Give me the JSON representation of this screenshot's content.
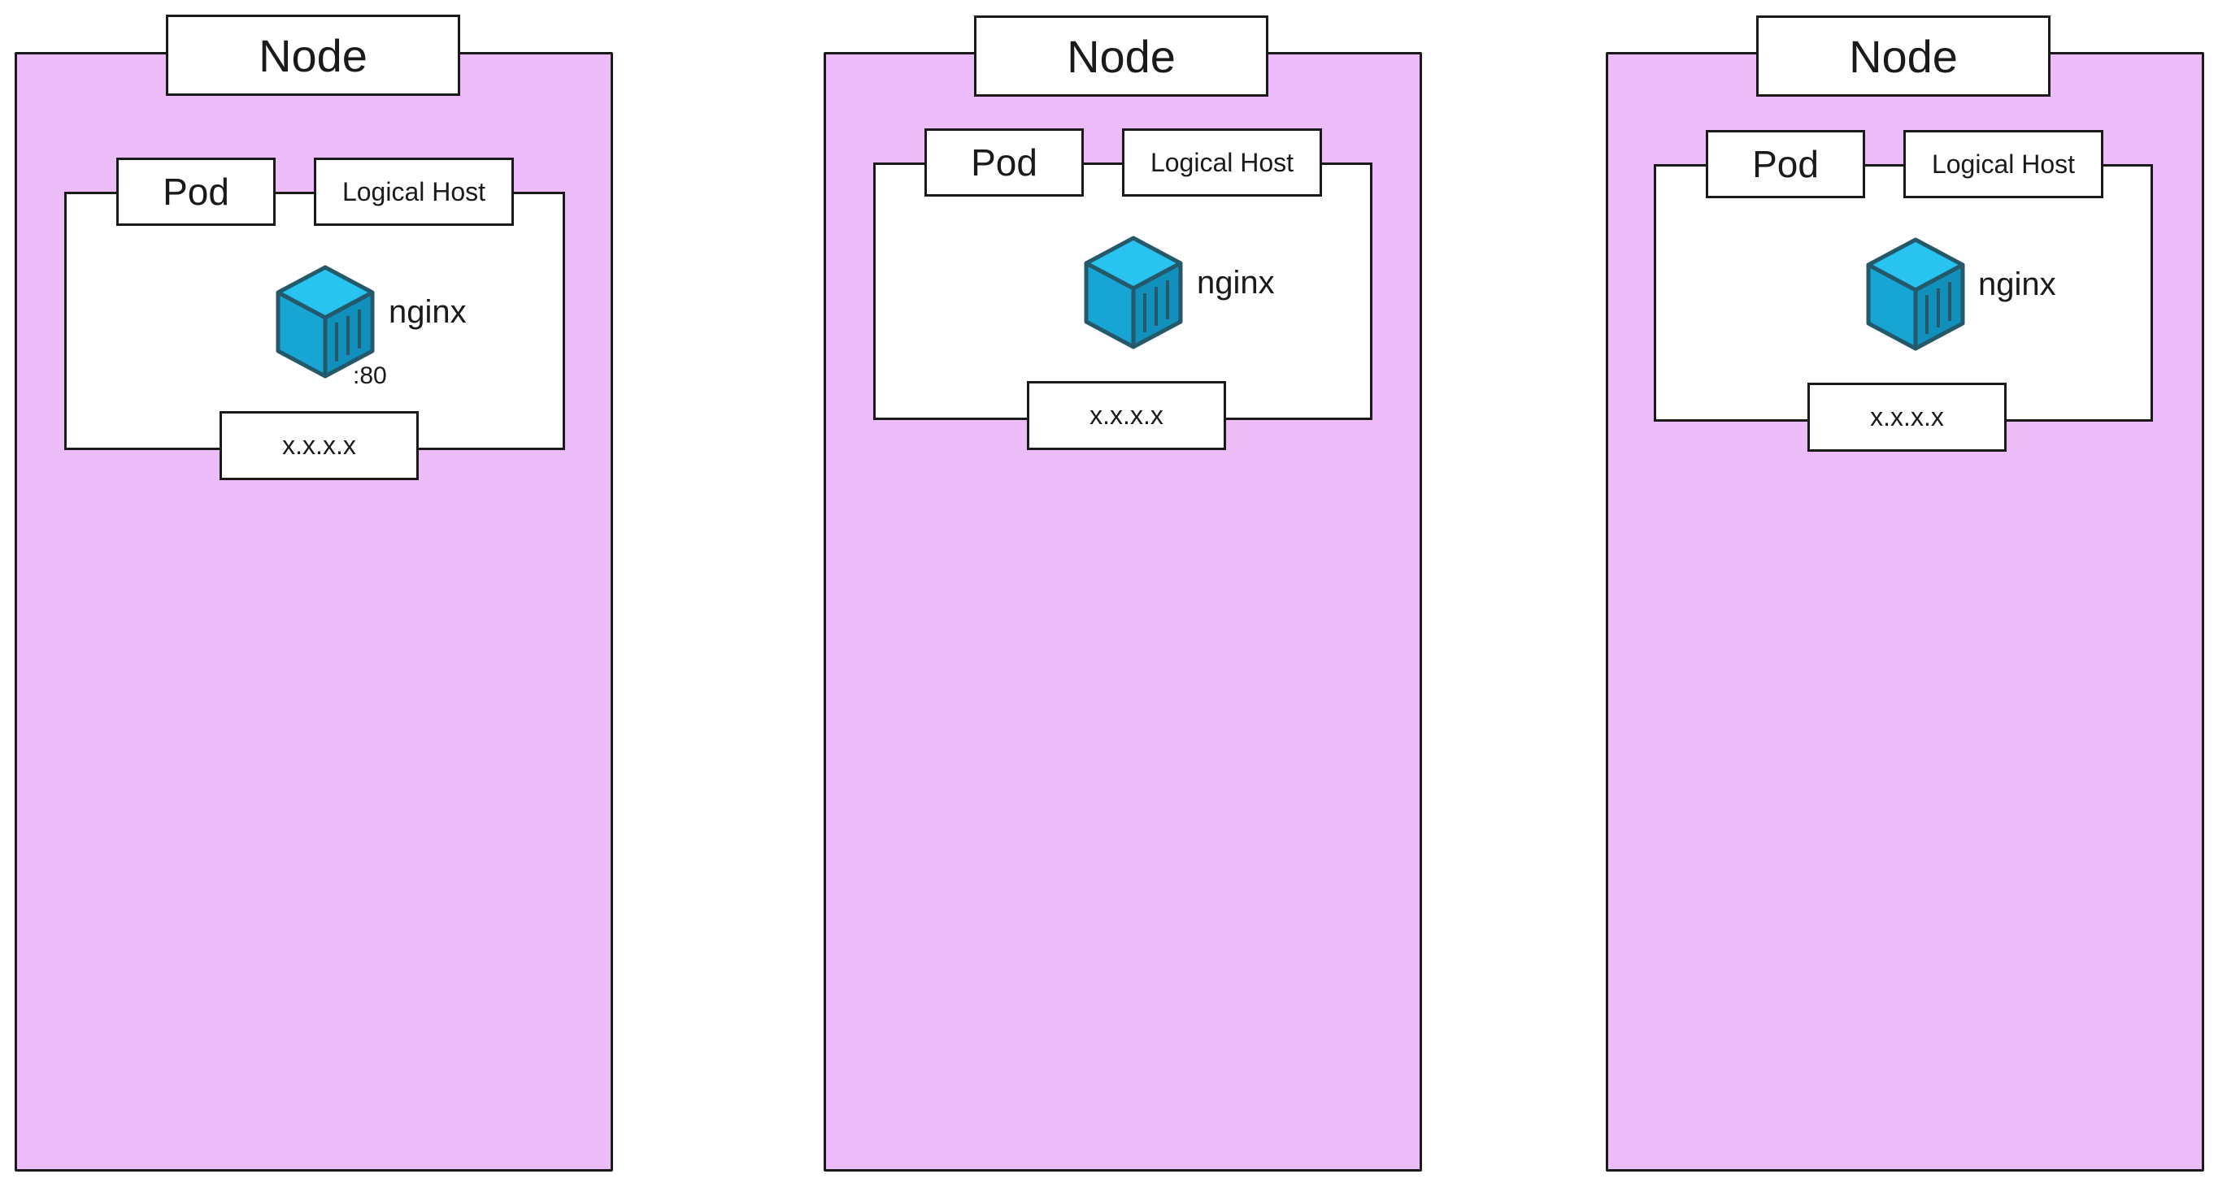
{
  "nodes": [
    {
      "label": "Node",
      "pod": {
        "label": "Pod",
        "host_label": "Logical Host",
        "container": {
          "name": "nginx",
          "port": ":80",
          "icon": "container-icon"
        },
        "ip": "x.x.x.x"
      }
    },
    {
      "label": "Node",
      "pod": {
        "label": "Pod",
        "host_label": "Logical Host",
        "container": {
          "name": "nginx",
          "icon": "container-icon"
        },
        "ip": "x.x.x.x"
      }
    },
    {
      "label": "Node",
      "pod": {
        "label": "Pod",
        "host_label": "Logical Host",
        "container": {
          "name": "nginx",
          "icon": "container-icon"
        },
        "ip": "x.x.x.x"
      }
    }
  ],
  "colors": {
    "node_fill": "#ecbcf8",
    "container_top": "#29c3ef",
    "container_front": "#17a5d3",
    "container_side": "#1190bb",
    "outline": "#1a1a1a"
  }
}
